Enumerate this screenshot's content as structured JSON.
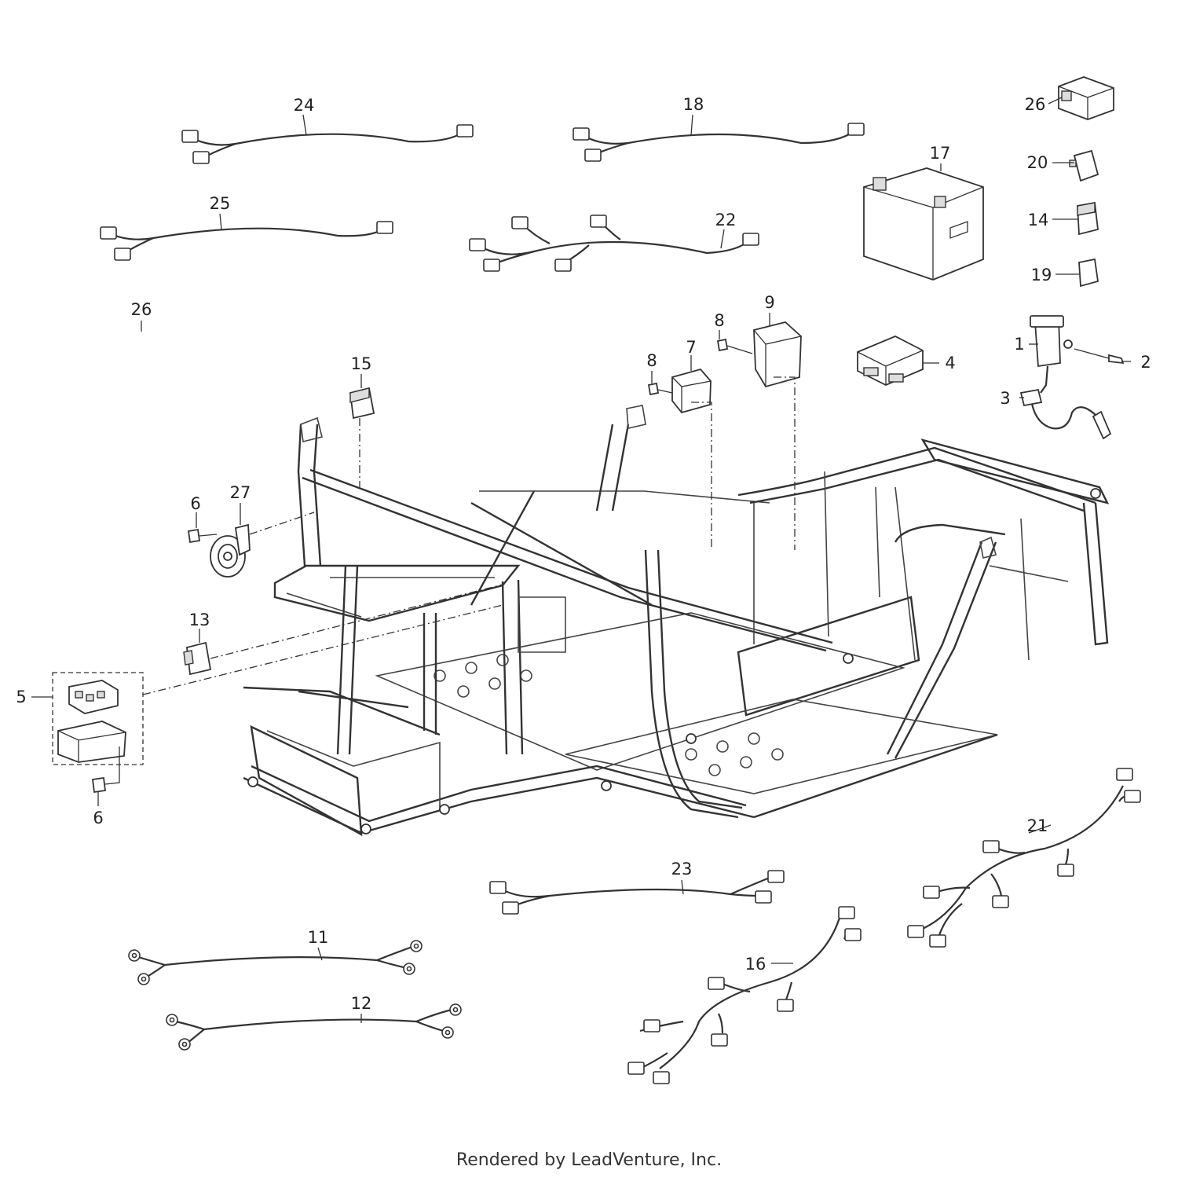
{
  "footer": "Rendered by LeadVenture, Inc.",
  "labels": [
    "24",
    "18",
    "26",
    "17",
    "20",
    "25",
    "22",
    "14",
    "19",
    "26",
    "9",
    "8",
    "1",
    "2",
    "7",
    "8",
    "4",
    "15",
    "3",
    "27",
    "6",
    "13",
    "5",
    "6",
    "21",
    "23",
    "11",
    "16",
    "12"
  ]
}
